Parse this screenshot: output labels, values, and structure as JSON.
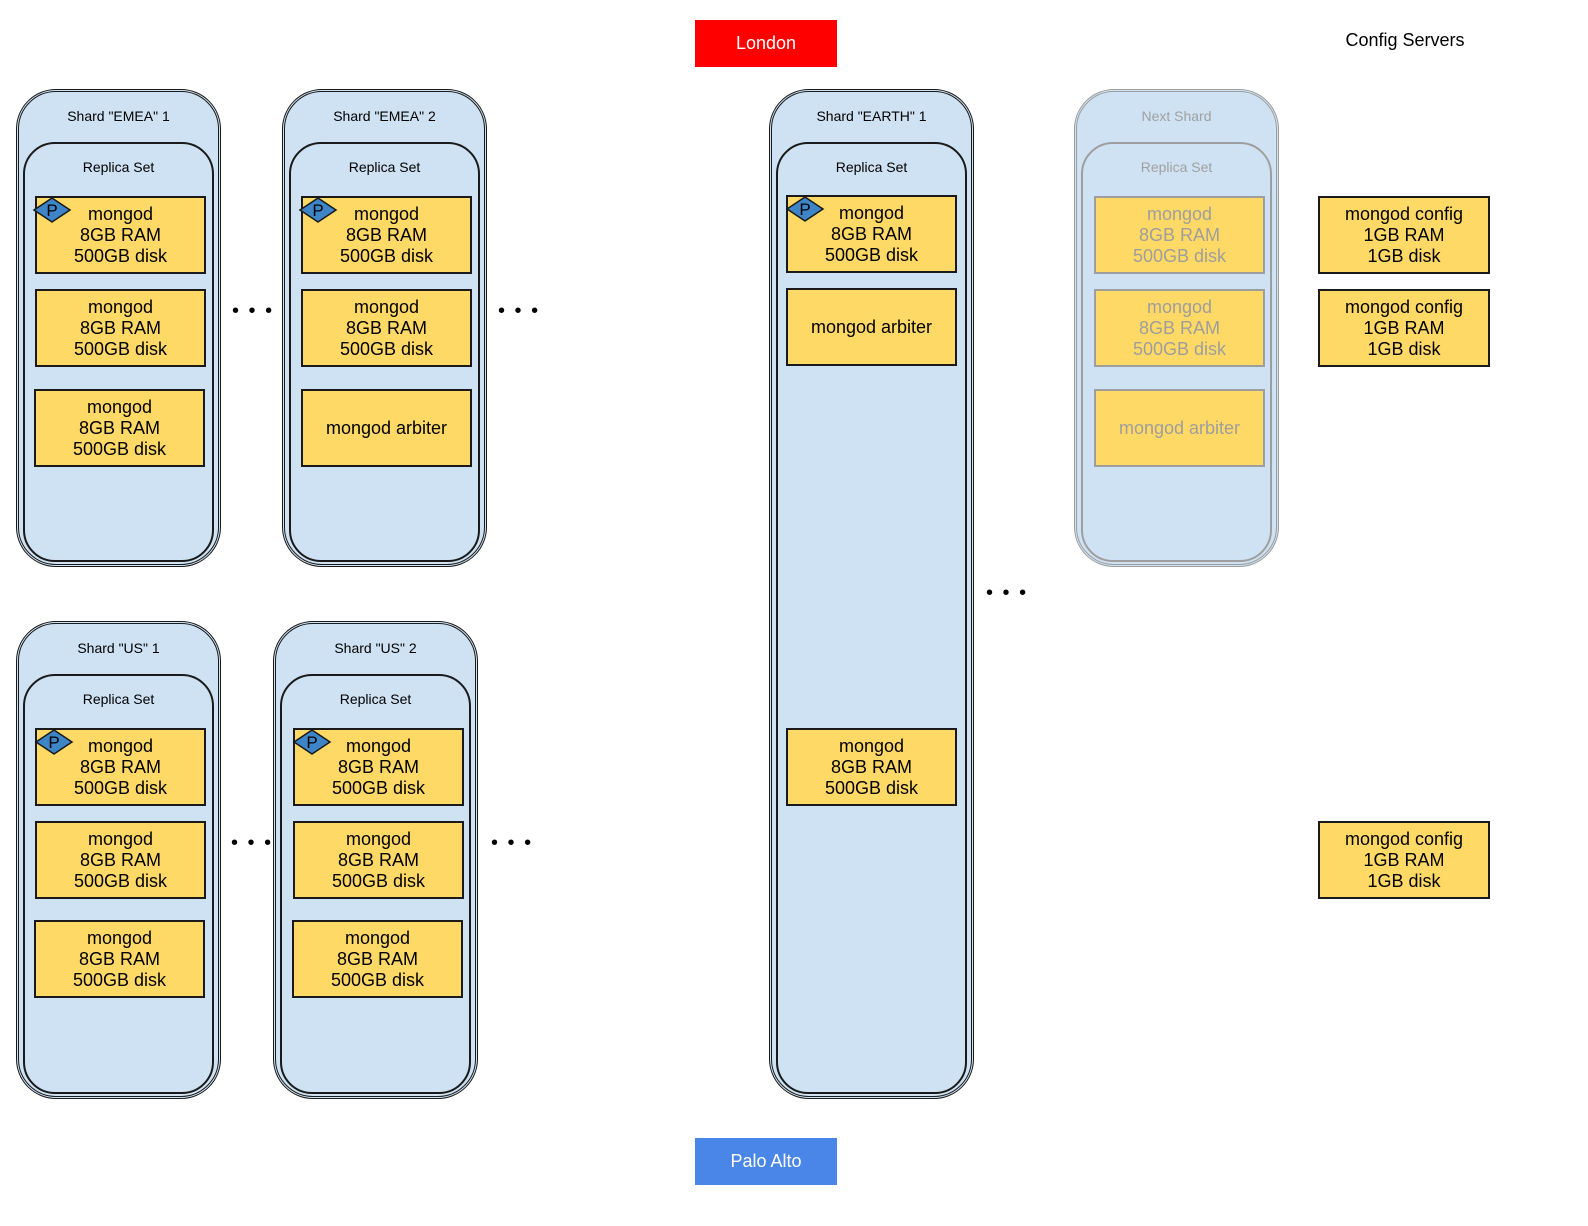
{
  "banners": {
    "london": "London",
    "palo_alto": "Palo Alto",
    "config_servers": "Config Servers"
  },
  "colors": {
    "london": "#ff0000",
    "palo_alto": "#4a86e8",
    "shard_fill": "#cfe2f3",
    "node_fill": "#ffd966",
    "primary_marker": "#3d85c6"
  },
  "labels": {
    "replica_set": "Replica Set",
    "primary_marker": "P",
    "ellipsis": "• • •"
  },
  "node_text": {
    "mongod": "mongod",
    "ram": "8GB RAM",
    "disk": "500GB disk",
    "arbiter": "mongod arbiter",
    "config": "mongod config",
    "config_ram": "1GB RAM",
    "config_disk": "1GB disk"
  },
  "shards": {
    "emea1": "Shard \"EMEA\" 1",
    "emea2": "Shard \"EMEA\" 2",
    "us1": "Shard \"US\" 1",
    "us2": "Shard \"US\" 2",
    "earth1": "Shard \"EARTH\" 1",
    "next": "Next Shard"
  }
}
